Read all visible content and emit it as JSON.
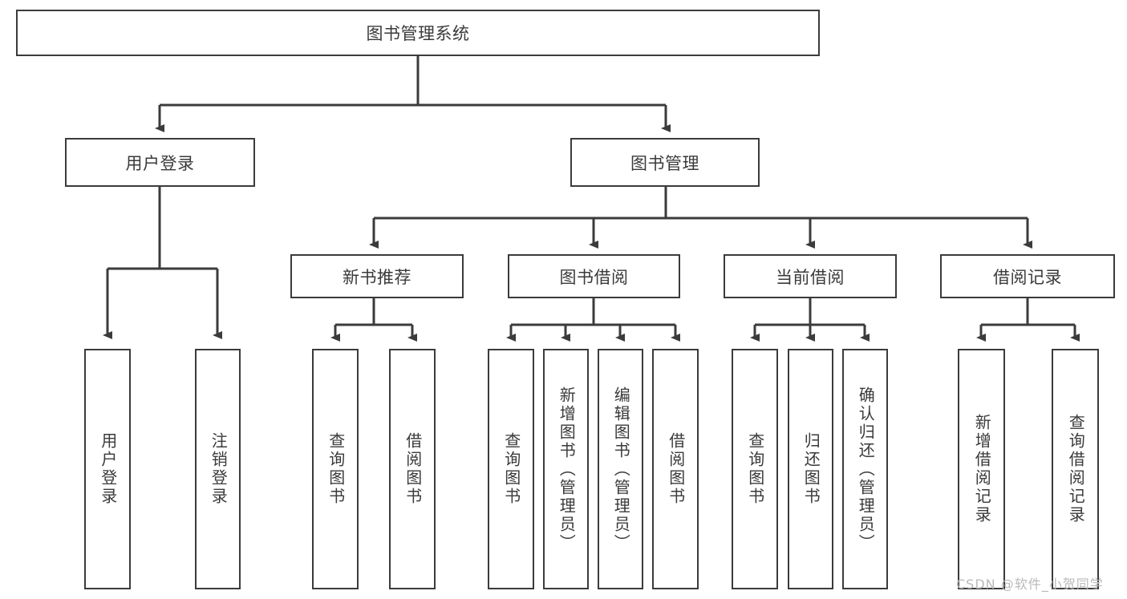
{
  "diagram": {
    "title": "图书管理系统",
    "type": "hierarchy-tree",
    "root": {
      "id": "root",
      "label": "图书管理系统"
    },
    "level2": [
      {
        "id": "user-login",
        "label": "用户登录"
      },
      {
        "id": "book-manage",
        "label": "图书管理"
      }
    ],
    "level3": [
      {
        "id": "new-book-recommend",
        "label": "新书推荐"
      },
      {
        "id": "book-borrow",
        "label": "图书借阅"
      },
      {
        "id": "current-borrow",
        "label": "当前借阅"
      },
      {
        "id": "borrow-record",
        "label": "借阅记录"
      }
    ],
    "leaves": [
      {
        "id": "leaf-user-login",
        "label": "用户登录",
        "parent": "user-login"
      },
      {
        "id": "leaf-logout-login",
        "label": "注销登录",
        "parent": "user-login"
      },
      {
        "id": "leaf-query-book-1",
        "label": "查询图书",
        "parent": "new-book-recommend"
      },
      {
        "id": "leaf-borrow-book-1",
        "label": "借阅图书",
        "parent": "new-book-recommend"
      },
      {
        "id": "leaf-query-book-2",
        "label": "查询图书",
        "parent": "book-borrow"
      },
      {
        "id": "leaf-add-book",
        "label": "新增图书（管理员）",
        "parent": "book-borrow"
      },
      {
        "id": "leaf-edit-book",
        "label": "编辑图书（管理员）",
        "parent": "book-borrow"
      },
      {
        "id": "leaf-borrow-book-2",
        "label": "借阅图书",
        "parent": "book-borrow"
      },
      {
        "id": "leaf-query-book-3",
        "label": "查询图书",
        "parent": "current-borrow"
      },
      {
        "id": "leaf-return-book",
        "label": "归还图书",
        "parent": "current-borrow"
      },
      {
        "id": "leaf-confirm-return",
        "label": "确认归还（管理员）",
        "parent": "current-borrow"
      },
      {
        "id": "leaf-add-record",
        "label": "新增借阅记录",
        "parent": "borrow-record"
      },
      {
        "id": "leaf-query-record",
        "label": "查询借阅记录",
        "parent": "borrow-record"
      }
    ],
    "colors": {
      "box_border": "#3b3b3b",
      "box_fill": "#ffffff",
      "text": "#3a3a3a",
      "connector": "#3b3b3b",
      "watermark": "#b9b9b9"
    }
  },
  "watermark": {
    "text": "CSDN @软件_小贺同学"
  }
}
